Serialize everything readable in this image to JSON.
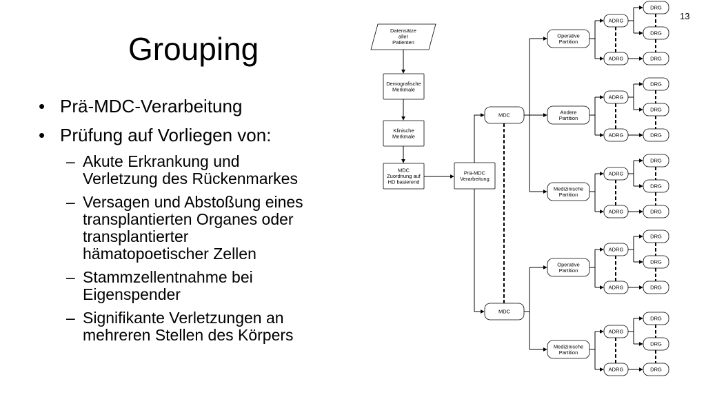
{
  "slide": {
    "number": "13",
    "title": "Grouping"
  },
  "bullets": {
    "level1": [
      "Prä-MDC-Verarbeitung",
      "Prüfung auf Vorliegen von:"
    ],
    "level2": [
      [
        "Akute Erkrankung und",
        "Verletzung des Rückenmarkes"
      ],
      [
        "Versagen und Abstoßung eines",
        "transplantierten Organes oder",
        "transplantierter",
        "hämatopoetischer Zellen"
      ],
      [
        "Stammzellentnahme bei",
        "Eigenspender"
      ],
      [
        "Signifikante Verletzungen an",
        "mehreren Stellen des Körpers"
      ]
    ],
    "marker1": "•",
    "marker2": "–"
  },
  "flowchart": {
    "input": [
      "Datensätze",
      "aller",
      "Patienten"
    ],
    "demographic": [
      "Demografische",
      "Merkmale"
    ],
    "clinical": [
      "Klinische",
      "Merkmale"
    ],
    "mdc_assign": [
      "MDC",
      "Zuordnung auf",
      "HD basierend"
    ],
    "pre_mdc": [
      "Prä-MDC",
      "Verarbeitung"
    ],
    "mdc_label": "MDC",
    "partitions": [
      [
        "Operative",
        "Partition"
      ],
      [
        "Andere",
        "Partition"
      ],
      [
        "Medizinische",
        "Partition"
      ],
      [
        "Operative",
        "Partition"
      ],
      [
        "Medizinische",
        "Partition"
      ]
    ],
    "adrg_label": "ADRG",
    "drg_label": "DRG"
  }
}
